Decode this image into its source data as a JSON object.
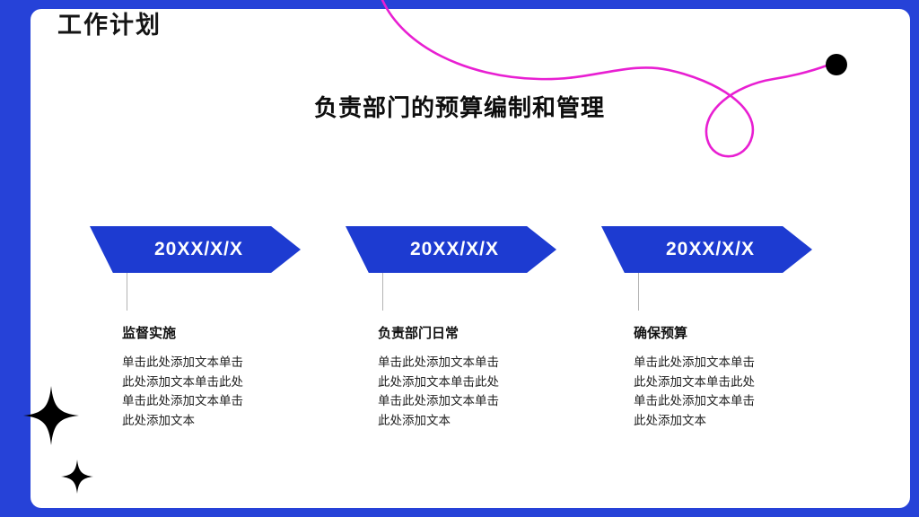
{
  "slide": {
    "kicker": "工作计划",
    "title": "负责部门的预算编制和管理"
  },
  "colors": {
    "frame_blue": "#2642d8",
    "banner_blue": "#1d3bd1",
    "squiggle_pink": "#e81fd2",
    "dot_black": "#000000"
  },
  "icons": {
    "squiggle": "decorative-squiggle",
    "dot": "decorative-dot",
    "sparkle_large": "sparkle-icon",
    "sparkle_small": "sparkle-icon"
  },
  "columns": [
    {
      "date": "20XX/X/X",
      "title": "监督实施",
      "body_lines": [
        "单击此处添加文本单击",
        "此处添加文本单击此处",
        "单击此处添加文本单击",
        "此处添加文本"
      ]
    },
    {
      "date": "20XX/X/X",
      "title": "负责部门日常",
      "body_lines": [
        "单击此处添加文本单击",
        "此处添加文本单击此处",
        "单击此处添加文本单击",
        "此处添加文本"
      ]
    },
    {
      "date": "20XX/X/X",
      "title": "确保预算",
      "body_lines": [
        "单击此处添加文本单击",
        "此处添加文本单击此处",
        "单击此处添加文本单击",
        "此处添加文本"
      ]
    }
  ]
}
